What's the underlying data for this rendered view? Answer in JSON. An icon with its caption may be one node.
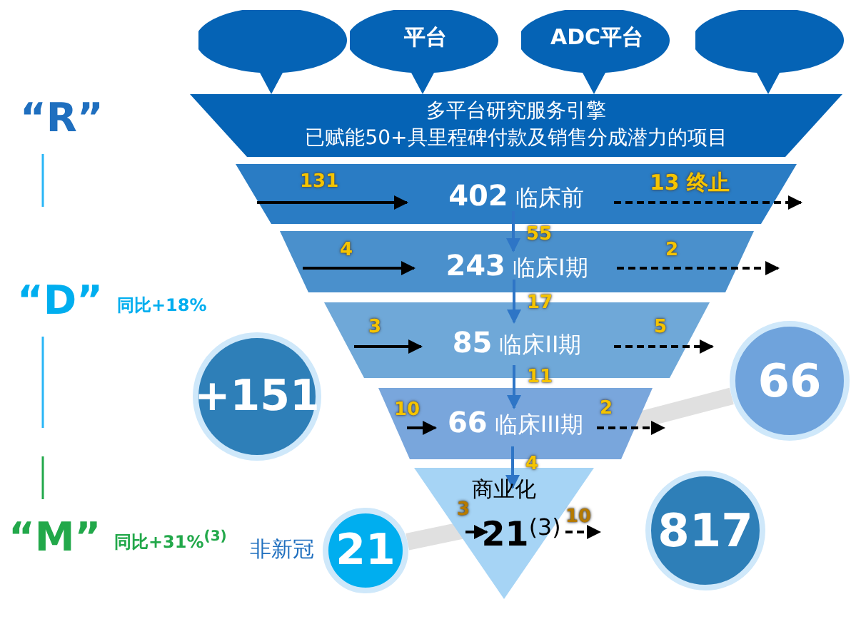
{
  "diagram": {
    "nodes": [
      {
        "text": [],
        "shape": "ellipse"
      },
      {
        "text": [
          "平台"
        ]
      },
      {
        "text": [
          "ADC平台"
        ]
      },
      {
        "text": [],
        "shape": "ellipse"
      },
      {
        "text": [
          "多平台研究服务引擎",
          "已赋能50+具里程碑付款及销售分成潜力的项目"
        ]
      },
      {
        "text": [
          "**402** 临床前"
        ]
      },
      {
        "text": [
          "**243** 临床I期"
        ]
      },
      {
        "text": [
          "**85** 临床II期"
        ]
      },
      {
        "text": [
          "**66** 临床III期"
        ]
      },
      {
        "text": [
          "商业化",
          "**21**$^{(3)}$"
        ]
      },
      {
        "text": [
          "+151"
        ]
      },
      {
        "text": [
          "66"
        ]
      },
      {
        "text": [
          "817"
        ]
      },
      {
        "text": [
          "21"
        ],
        "beside": [
          "非新冠"
        ]
      }
    ],
    "edges": [
      {
        "from": null,
        "to": 5,
        "arrow": "to",
        "label": "131"
      },
      {
        "from": 5,
        "to": null,
        "arrow": "to",
        "label": "13 终止",
        "style": "dashed"
      },
      {
        "from": 5,
        "to": 6,
        "arrow": "to",
        "label": "55",
        "color": "#2e75c6"
      },
      {
        "from": null,
        "to": 6,
        "arrow": "to",
        "label": "4"
      },
      {
        "from": 6,
        "to": null,
        "arrow": "to",
        "label": "2",
        "style": "dashed"
      },
      {
        "from": 6,
        "to": 7,
        "arrow": "to",
        "label": "17",
        "color": "#2e75c6"
      },
      {
        "from": null,
        "to": 7,
        "arrow": "to",
        "label": "3"
      },
      {
        "from": 7,
        "to": null,
        "arrow": "to",
        "label": "5",
        "style": "dashed"
      },
      {
        "from": 7,
        "to": 8,
        "arrow": "to",
        "label": "11",
        "color": "#2e75c6"
      },
      {
        "from": null,
        "to": 8,
        "arrow": "to",
        "label": "10"
      },
      {
        "from": 8,
        "to": null,
        "arrow": "to",
        "label": "2",
        "style": "dashed"
      },
      {
        "from": 8,
        "to": 9,
        "arrow": "to",
        "label": "4",
        "color": "#2e75c6"
      },
      {
        "from": null,
        "to": 9,
        "arrow": "to",
        "label": "3"
      },
      {
        "from": 9,
        "to": null,
        "arrow": "to",
        "label": "10",
        "style": "dashed"
      },
      {
        "from": 11,
        "to": 8,
        "arrow": "none",
        "style": "thick",
        "color": "#e0e0e0"
      },
      {
        "from": 13,
        "to": 9,
        "arrow": "none",
        "style": "thick",
        "color": "#e0e0e0"
      }
    ],
    "labels": [
      "“R”",
      "“D”",
      "同比+18%",
      "“M”",
      "同比+31%$^{(3)}$"
    ]
  }
}
